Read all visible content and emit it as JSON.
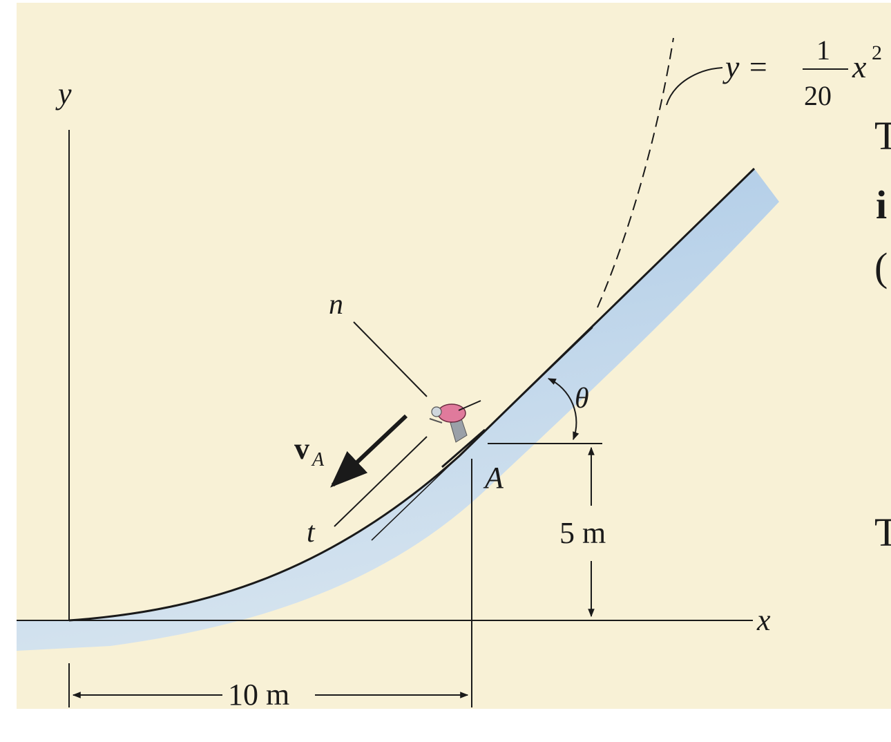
{
  "colors": {
    "background": "#f8f1d6",
    "snow": "#bcd3e8",
    "ink": "#1a1a1a",
    "skier_body": "#e07a9c"
  },
  "labels": {
    "y_axis": "y",
    "x_axis": "x",
    "curve_eq_lhs": "y =",
    "curve_eq_num": "1",
    "curve_eq_den": "20",
    "curve_eq_x": "x",
    "curve_eq_exp": "2",
    "normal": "n",
    "tangent": "t",
    "velocity_v": "v",
    "velocity_sub": "A",
    "angle": "θ",
    "point": "A",
    "height_dim": "5 m",
    "width_dim": "10 m"
  },
  "page_edge_text": {
    "line1": "T",
    "line2": "i",
    "line3": "(",
    "line4": "T"
  },
  "icons": {
    "skier": "skier-figure"
  }
}
